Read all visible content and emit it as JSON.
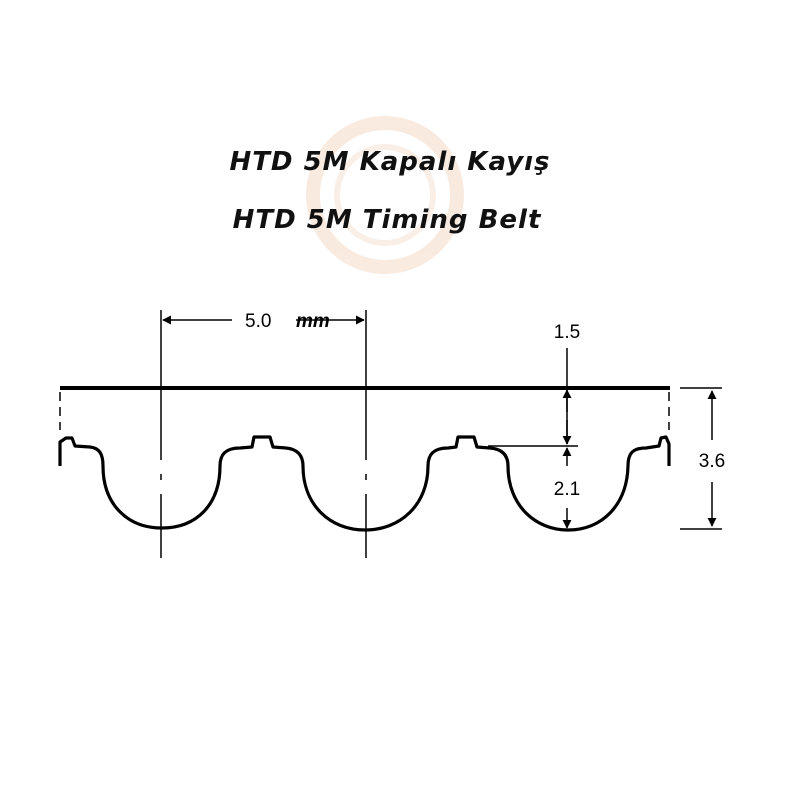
{
  "titles": {
    "line1": "HTD 5M Kapalı Kayış",
    "line2": "HTD 5M Timing Belt"
  },
  "dimensions": {
    "pitch_value": "5.0",
    "pitch_unit": "mm",
    "land_thickness": "1.5",
    "tooth_depth": "2.1",
    "total_height": "3.6"
  },
  "colors": {
    "ink": "#000000",
    "watermark": "#f0c7a8"
  }
}
